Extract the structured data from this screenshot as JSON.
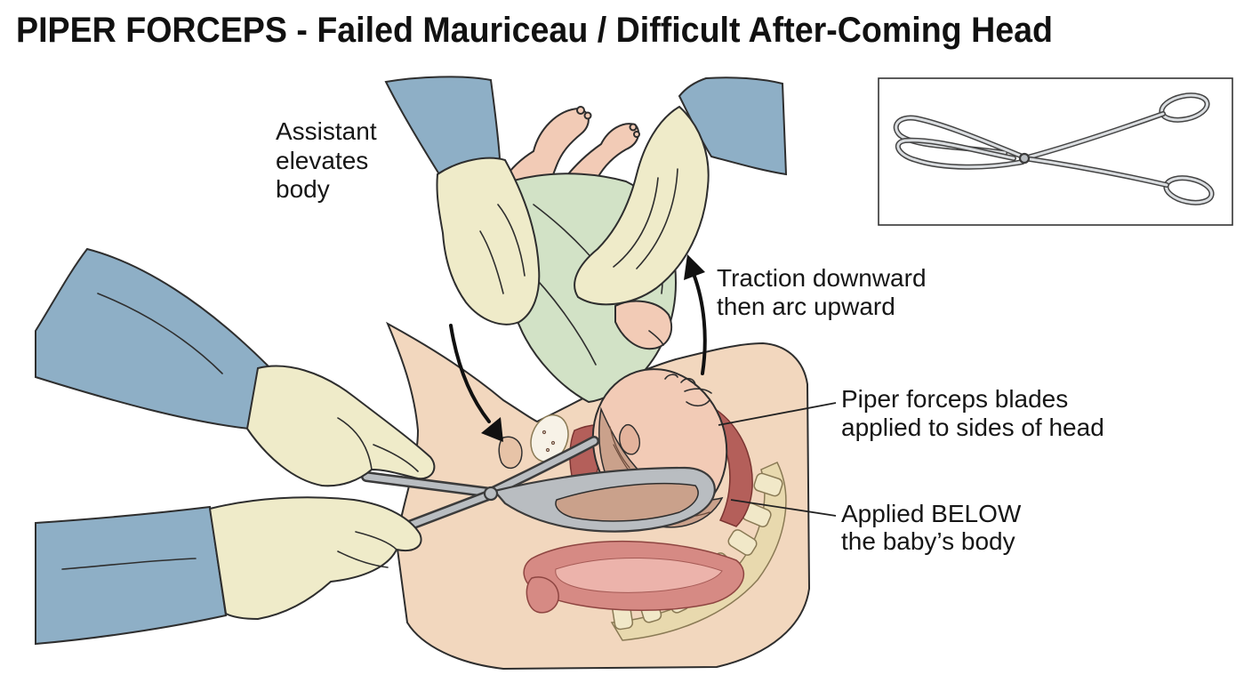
{
  "title": "PIPER FORCEPS - Failed Mauriceau / Difficult After-Coming Head",
  "labels": {
    "assistant_elevates": [
      "Assistant",
      "elevates",
      "body"
    ],
    "traction": [
      "Traction downward",
      "then arc upward"
    ],
    "blades": [
      "Piper forceps blades",
      "applied to sides of head"
    ],
    "below": [
      "Applied BELOW",
      "the baby’s body"
    ]
  },
  "colors": {
    "sleeve": "#8eafc6",
    "glove": "#efebc9",
    "skin": "#f2d7be",
    "babyskin": "#f2cbb6",
    "cloth": "#d2e2c6",
    "tissue": "#d68a84",
    "tissuedark": "#b45f5a",
    "bone": "#f1e8c8",
    "hair": "#caa18b",
    "instrument": "#b9bdc1",
    "outline": "#2e2e2e"
  }
}
